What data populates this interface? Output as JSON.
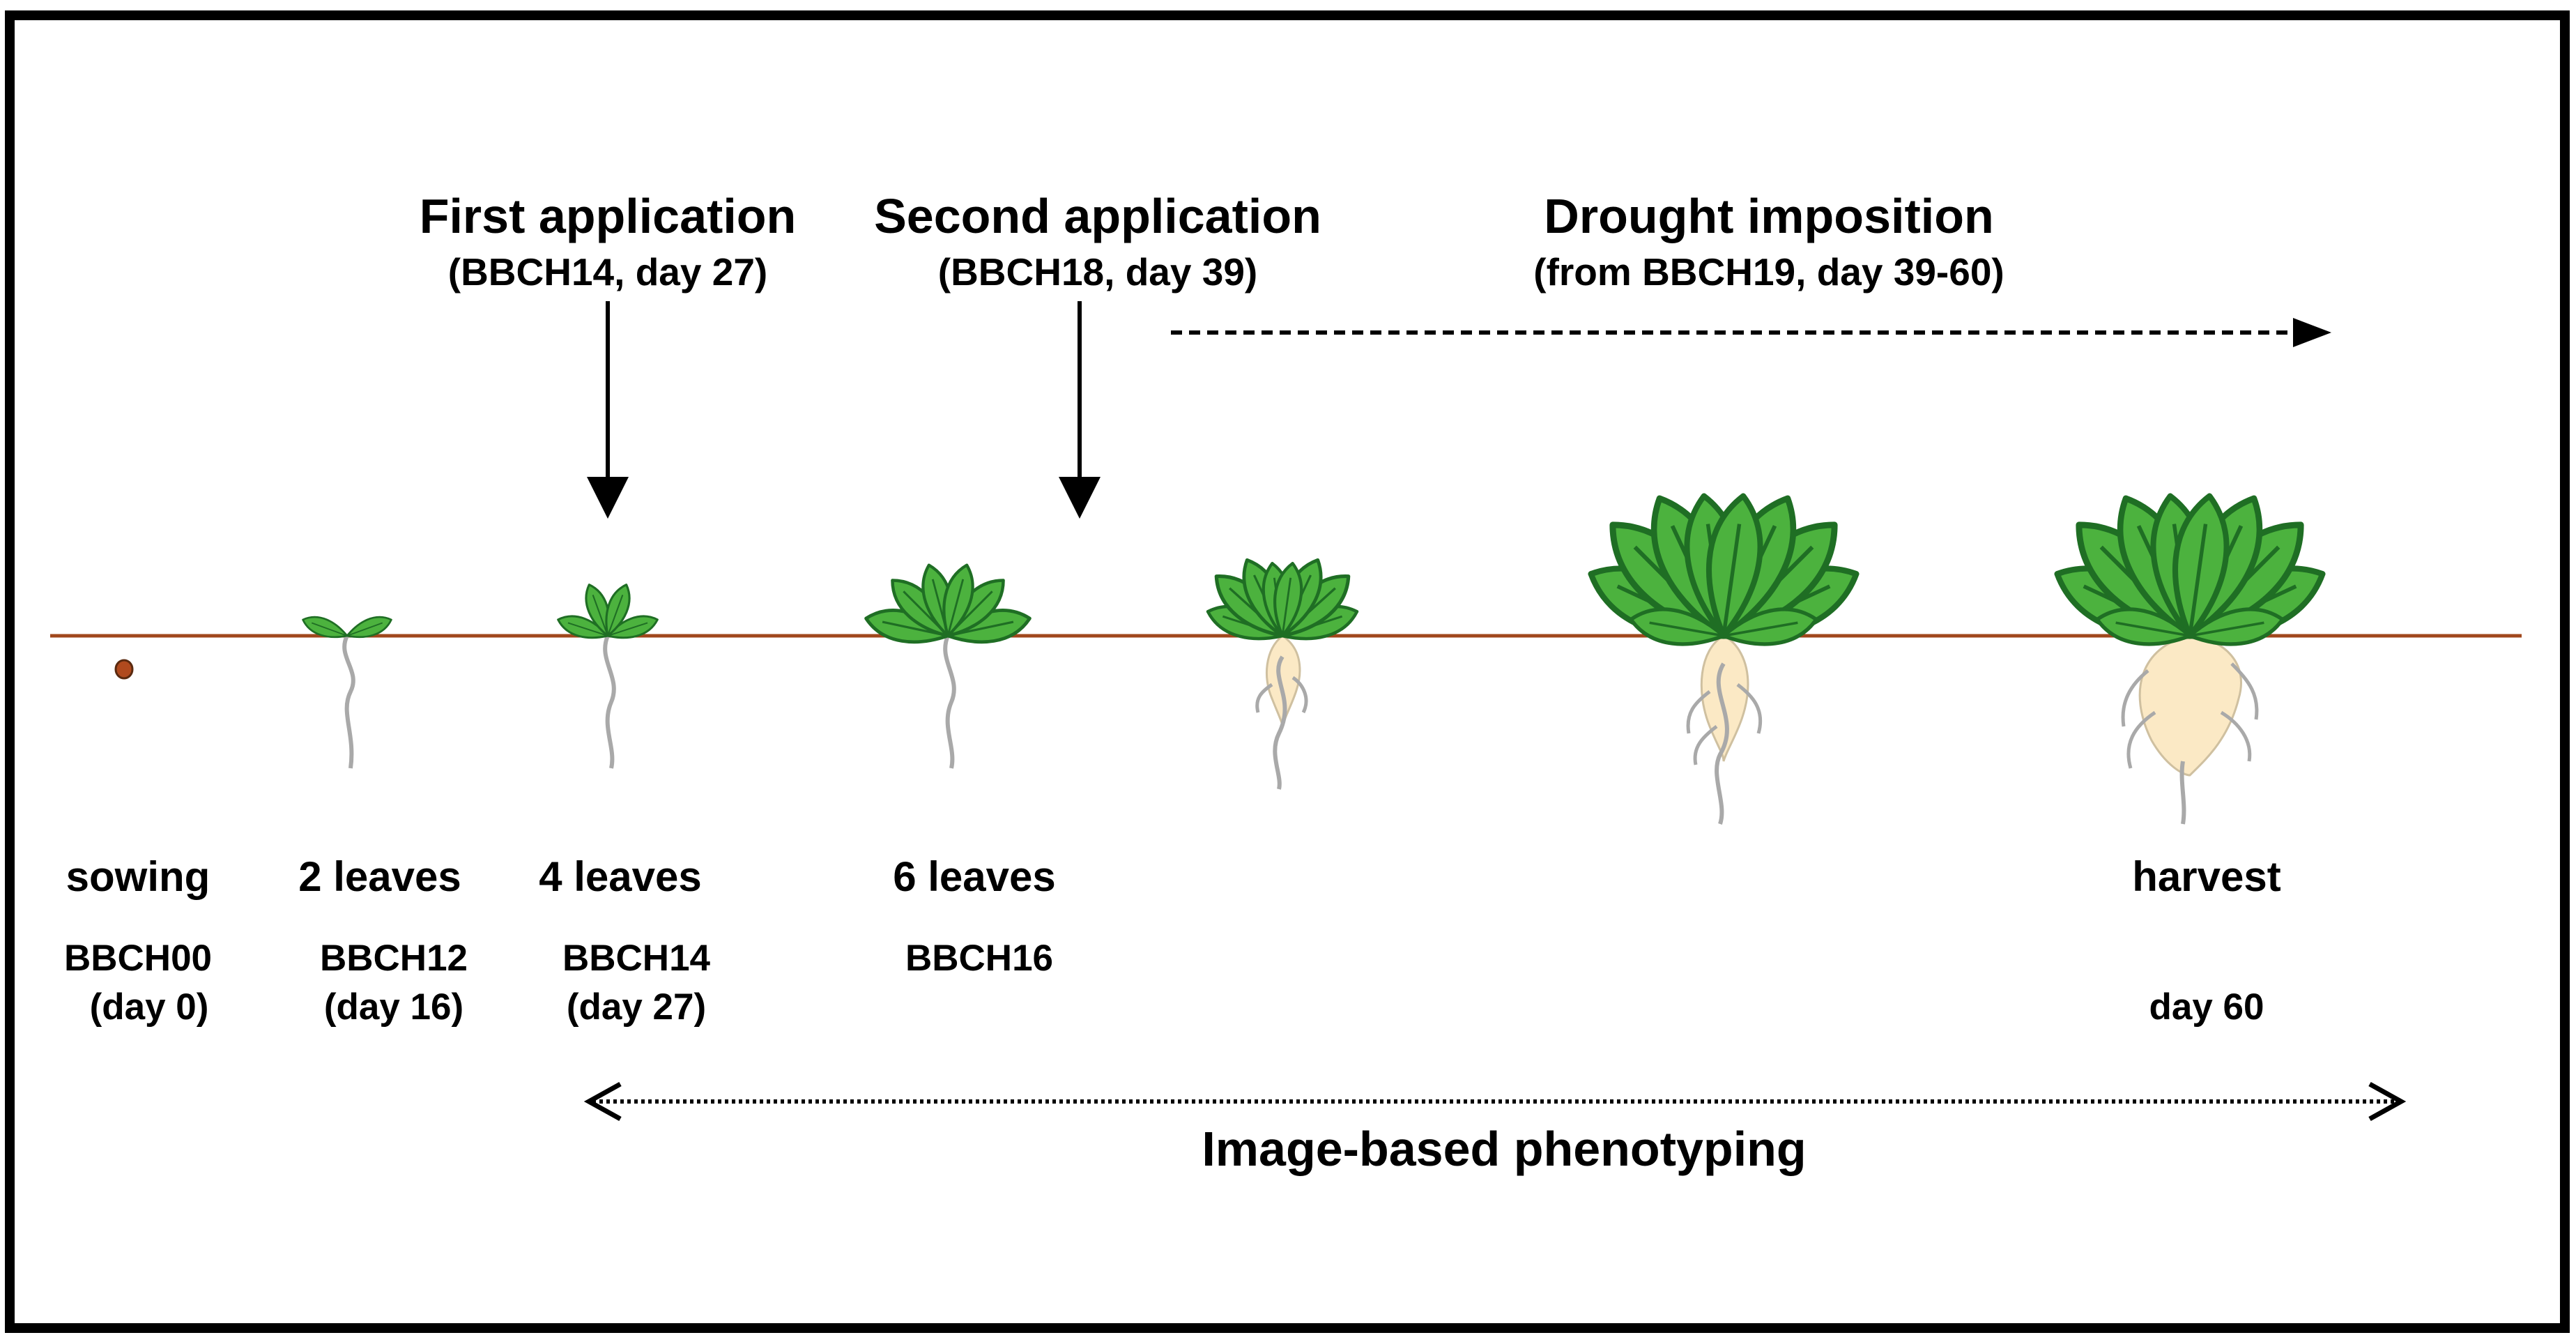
{
  "annotations": {
    "first": {
      "title": "First application",
      "detail": "(BBCH14, day 27)"
    },
    "second": {
      "title": "Second application",
      "detail": "(BBCH18, day 39)"
    },
    "drought": {
      "title": "Drought imposition",
      "detail": "(from BBCH19, day 39-60)"
    },
    "phenotyping": "Image-based phenotyping"
  },
  "stages": [
    {
      "name": "sowing",
      "code": "BBCH00",
      "day": "(day 0)"
    },
    {
      "name": "2 leaves",
      "code": "BBCH12",
      "day": "(day 16)"
    },
    {
      "name": "4 leaves",
      "code": "BBCH14",
      "day": "(day 27)"
    },
    {
      "name": "6 leaves",
      "code": "BBCH16",
      "day": ""
    },
    {
      "name": "harvest",
      "code": "",
      "day": "day 60"
    }
  ],
  "colors": {
    "leaf_fill": "#4cb23e",
    "leaf_stroke": "#1f6e24",
    "soil_line": "#a0471c",
    "seed": "#b04a1e",
    "root": "#a9a9a9",
    "taproot": "#fbe9c5",
    "border": "#000000"
  }
}
